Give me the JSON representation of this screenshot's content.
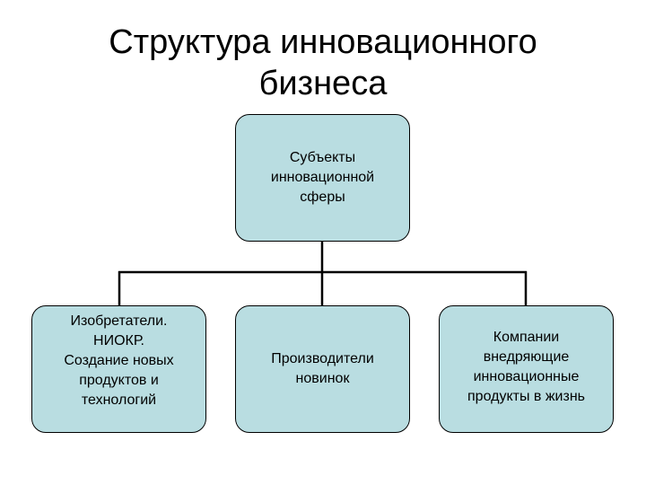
{
  "title": {
    "line1": "Структура инновационного",
    "line2": "бизнеса"
  },
  "root": {
    "lines": [
      "Субъекты",
      "инновационной",
      "сферы"
    ]
  },
  "children": [
    {
      "lines": [
        "Изобретатели.",
        "НИОКР.",
        "Создание новых",
        "продуктов и",
        "технологий"
      ]
    },
    {
      "lines": [
        "Производители",
        "новинок"
      ]
    },
    {
      "lines": [
        "Компании",
        "внедряющие",
        "инновационные",
        "продукты в жизнь"
      ]
    }
  ],
  "colors": {
    "node_fill": "#b9dde1",
    "node_border": "#000000",
    "connector": "#000000"
  }
}
